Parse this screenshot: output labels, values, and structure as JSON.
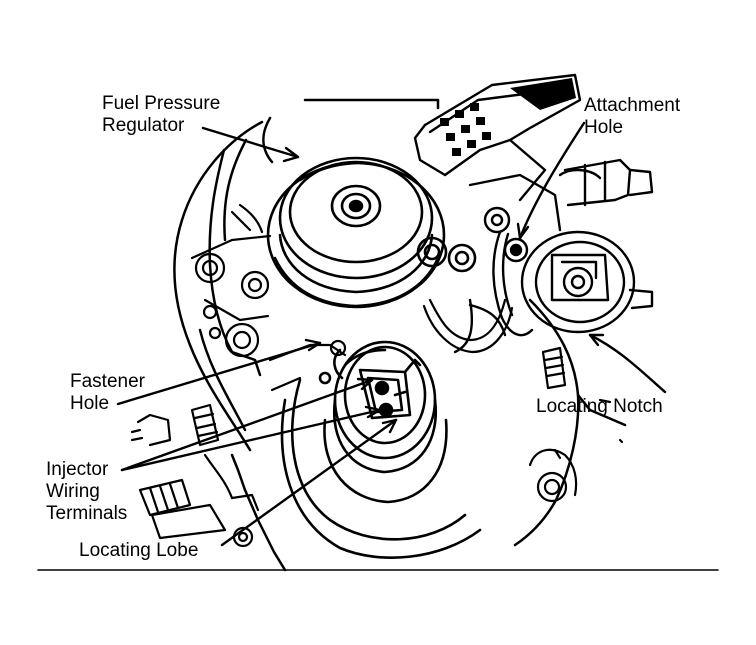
{
  "colors": {
    "ink": "#000000",
    "paper": "#ffffff"
  },
  "labels": {
    "fuel_pressure_regulator": [
      "Fuel Pressure",
      "Regulator"
    ],
    "attachment_hole": [
      "Attachment",
      "Hole"
    ],
    "fastener_hole": [
      "Fastener",
      "Hole"
    ],
    "locating_notch": "Locating Notch",
    "injector_wiring_terminals": [
      "Injector",
      "Wiring",
      "Terminals"
    ],
    "locating_lobe": "Locating Lobe"
  }
}
